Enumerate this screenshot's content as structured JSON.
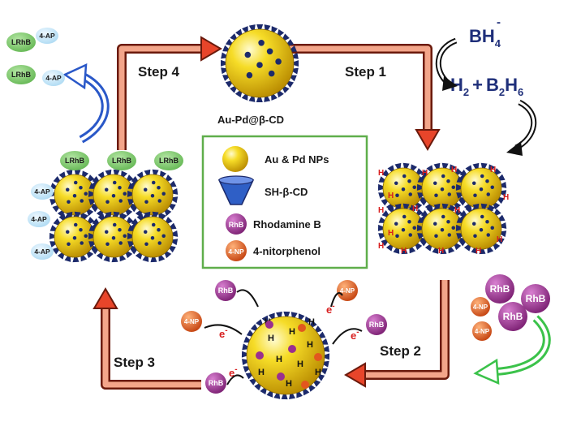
{
  "steps": {
    "step1": "Step 1",
    "step2": "Step 2",
    "step3": "Step 3",
    "step4": "Step 4"
  },
  "catalyst_label": "Au-Pd@β-CD",
  "reagents": {
    "bh4": "BH",
    "bh4_sub": "4",
    "bh4_sup": "-",
    "h2": "H",
    "h2_sub": "2",
    "plus": "+",
    "b2h6_b": "B",
    "b2h6_sub1": "2",
    "b2h6_h": "H",
    "b2h6_sub2": "6"
  },
  "legend": {
    "nps": "Au & Pd NPs",
    "cd": "SH-β-CD",
    "rhb": "Rhodamine B",
    "np": "4-nitorphenol",
    "rhb_badge": "RhB",
    "np_badge": "4-NP"
  },
  "badges": {
    "lrhb": "LRhB",
    "ap": "4-AP",
    "rhb": "RhB",
    "np": "4-NP",
    "h": "H",
    "electron": "e",
    "electron_sup": "-"
  },
  "colors": {
    "gold": "#f2d21b",
    "spike": "#1c2a6b",
    "arrow_red": "#e8452a",
    "arrow_blue": "#2a58c8",
    "arrow_green": "#3bc24a",
    "lrhb": "#7cc66a",
    "ap": "#bfe3f5",
    "rhb": "#9a2f8f",
    "np": "#e2571e",
    "legend_border": "#5fae4b",
    "h_red": "#d81e1e"
  }
}
